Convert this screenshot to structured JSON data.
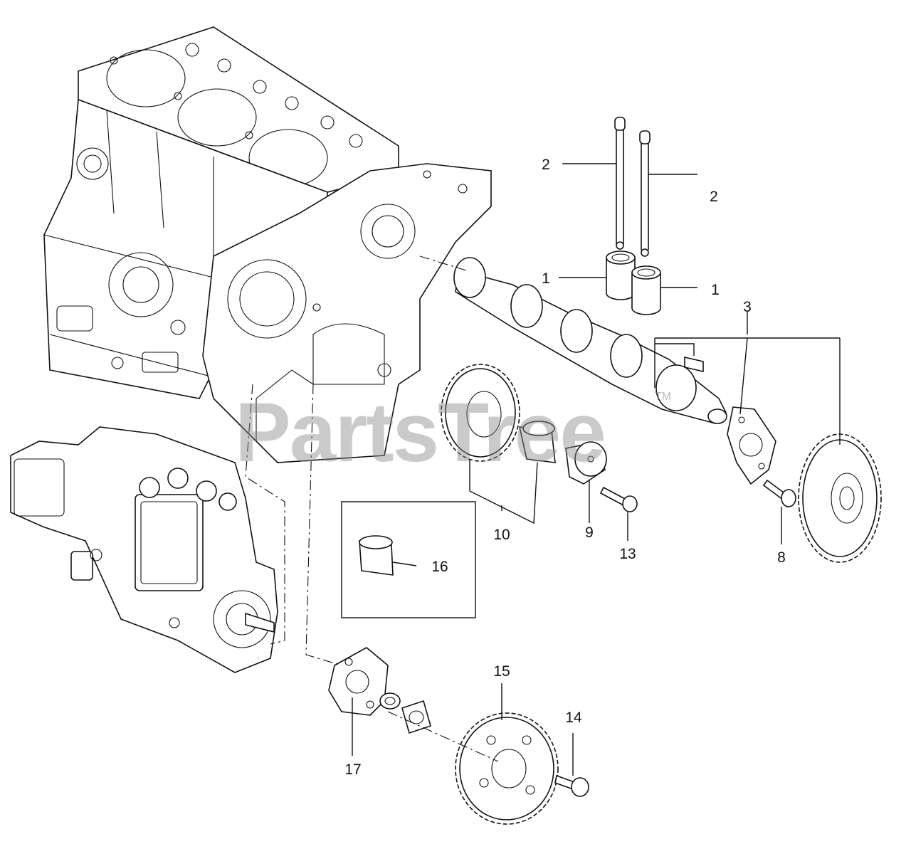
{
  "diagram": {
    "watermark": "PartsTree",
    "trademark": "TM",
    "callouts": [
      "1",
      "1",
      "2",
      "2",
      "3",
      "8",
      "9",
      "10",
      "13",
      "14",
      "15",
      "16",
      "17"
    ]
  }
}
